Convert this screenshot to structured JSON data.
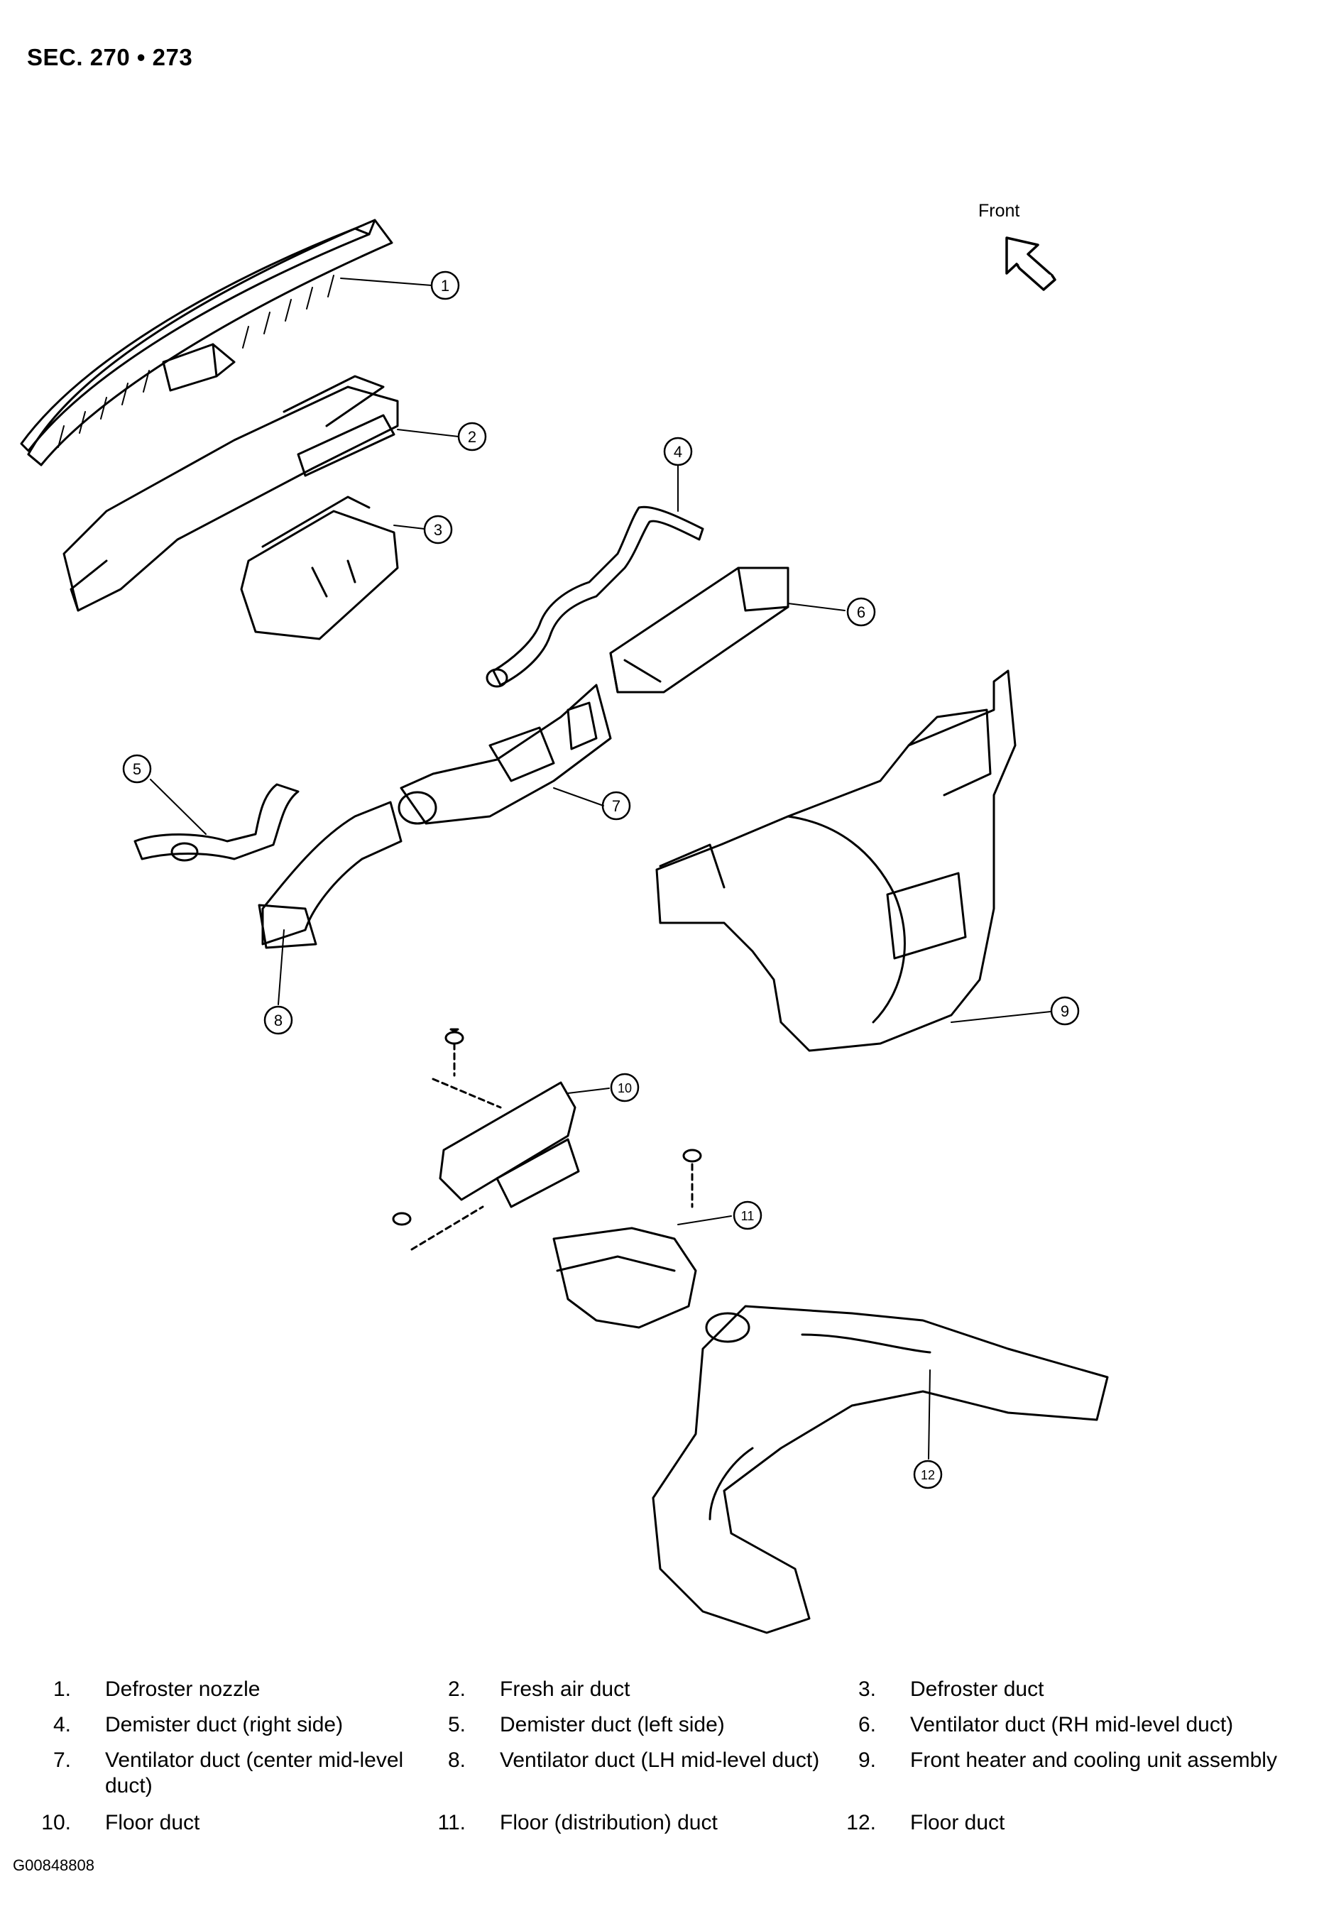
{
  "header": {
    "section": "SEC. 270 • 273"
  },
  "front_indicator": {
    "label": "Front",
    "icon": "front-arrow-icon"
  },
  "callouts": [
    "1",
    "2",
    "3",
    "4",
    "5",
    "6",
    "7",
    "8",
    "9",
    "10",
    "11",
    "12"
  ],
  "legend": [
    {
      "num": "1.",
      "text": "Defroster nozzle"
    },
    {
      "num": "2.",
      "text": "Fresh air duct"
    },
    {
      "num": "3.",
      "text": "Defroster duct"
    },
    {
      "num": "4.",
      "text": "Demister duct (right side)"
    },
    {
      "num": "5.",
      "text": "Demister duct (left side)"
    },
    {
      "num": "6.",
      "text": "Ventilator duct (RH mid-level duct)"
    },
    {
      "num": "7.",
      "text": "Ventilator duct (center mid-level duct)"
    },
    {
      "num": "8.",
      "text": "Ventilator duct (LH mid-level duct)"
    },
    {
      "num": "9.",
      "text": "Front heater and cooling unit assembly"
    },
    {
      "num": "10.",
      "text": "Floor duct"
    },
    {
      "num": "11.",
      "text": "Floor (distribution) duct"
    },
    {
      "num": "12.",
      "text": "Floor duct"
    }
  ],
  "footer": {
    "figure_code": "G00848808"
  }
}
